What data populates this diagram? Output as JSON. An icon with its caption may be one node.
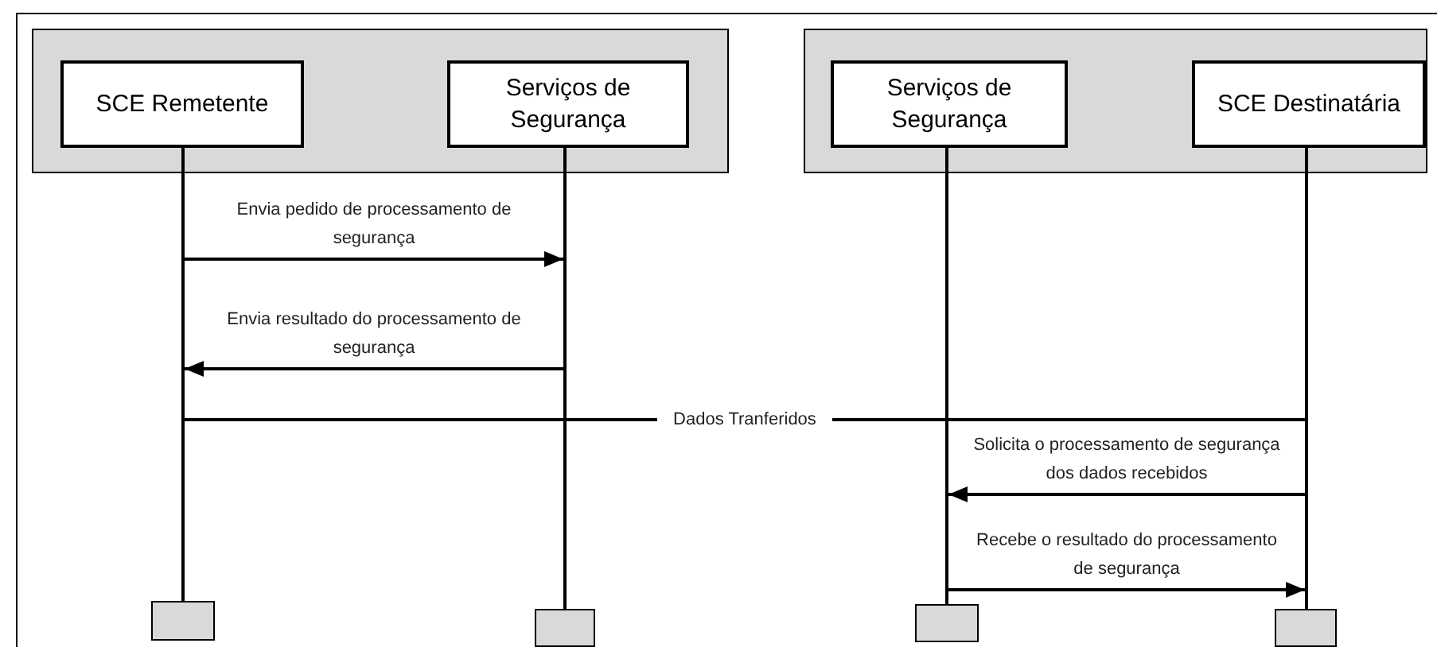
{
  "diagram": {
    "nodes": [
      {
        "text": [],
        "shape": "box"
      },
      {
        "text": [
          "SCE Remetente"
        ],
        "in": 0
      },
      {
        "text": [
          "Serviços de Segurança"
        ],
        "in": 0
      },
      {
        "text": [],
        "shape": "box"
      },
      {
        "text": [
          "Serviços de Segurança"
        ],
        "in": 3
      },
      {
        "text": [
          "SCE Destinatária"
        ],
        "in": 3
      },
      {
        "text": [],
        "shape": "bar"
      },
      {
        "text": [],
        "shape": "bar"
      },
      {
        "text": [],
        "shape": "bar"
      },
      {
        "text": [],
        "shape": "bar"
      },
      {
        "text": [],
        "shape": "box"
      },
      {
        "text": [],
        "shape": "box"
      },
      {
        "text": [],
        "shape": "box"
      },
      {
        "text": [],
        "shape": "box"
      }
    ],
    "edges": [
      {
        "from": 6,
        "to": 7,
        "arrow": "to",
        "label": "Envia pedido de processamento de segurança"
      },
      {
        "from": 7,
        "to": 6,
        "arrow": "to",
        "label": "Envia resultado do processamento de segurança"
      },
      {
        "from": 6,
        "to": 9,
        "arrow": "none",
        "label": "Dados Tranferidos"
      },
      {
        "from": 9,
        "to": 8,
        "arrow": "to",
        "label": "Solicita o processamento de segurança dos dados recebidos"
      },
      {
        "from": 8,
        "to": 9,
        "arrow": "to",
        "label": "Recebe o resultado do processamento de segurança"
      }
    ]
  }
}
